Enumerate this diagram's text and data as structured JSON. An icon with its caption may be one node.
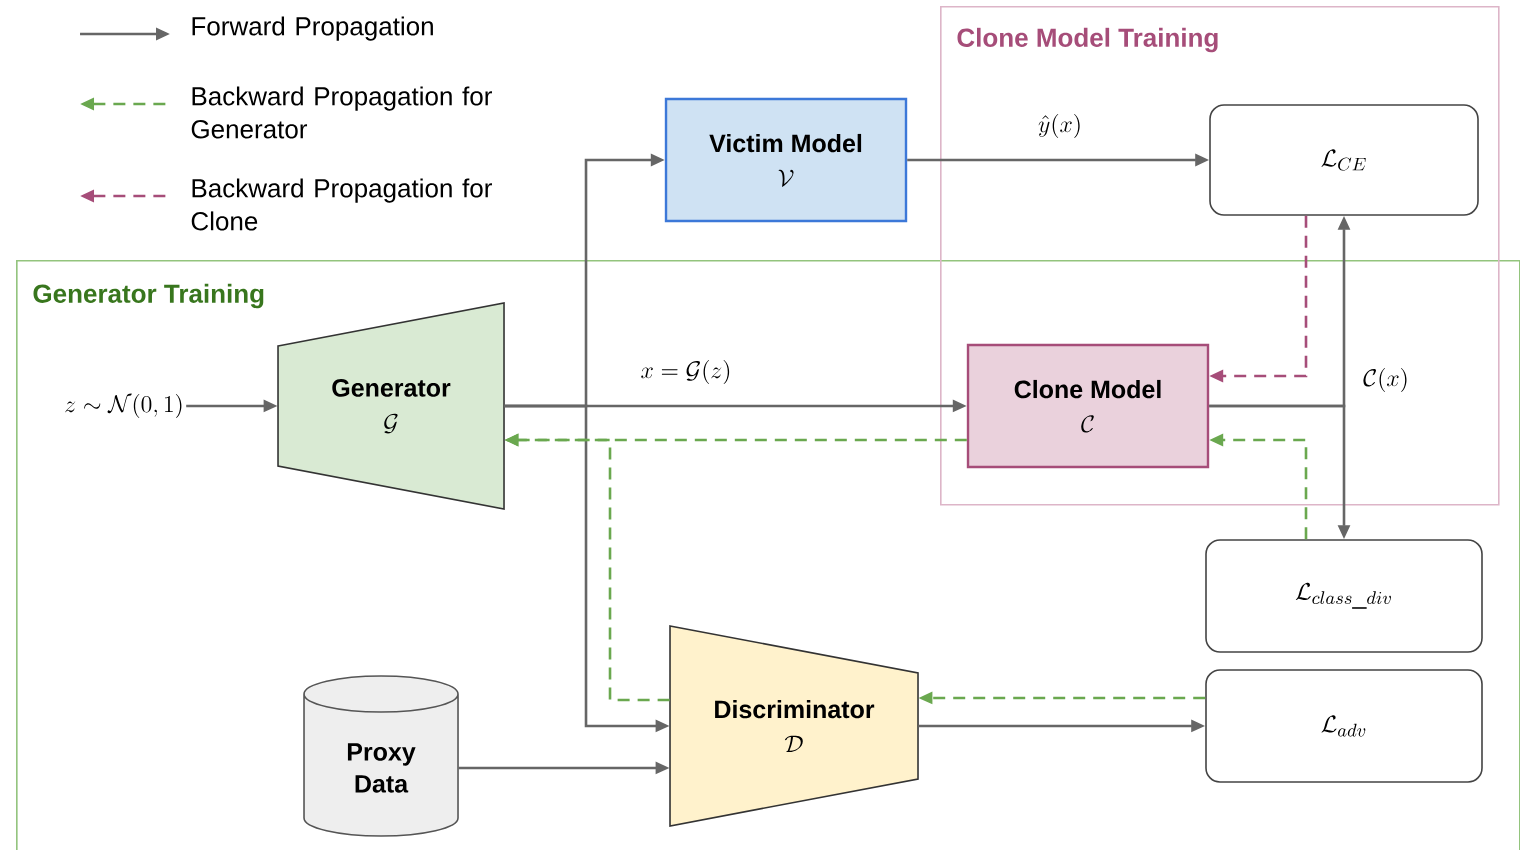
{
  "diagram": {
    "nodes": [
      {
        "text": [
          "Generator Training"
        ]
      },
      {
        "text": [
          "Clone Model Training"
        ]
      },
      {
        "text": [
          "Victim Model",
          "\\mathcal{V}"
        ]
      },
      {
        "text": [
          "Generator",
          "\\mathcal{G}"
        ],
        "in": 0
      },
      {
        "text": [
          "Clone Model",
          "\\mathcal{C}"
        ]
      },
      {
        "text": [
          "\\mathcal{L}_{CE}"
        ],
        "in": 1
      },
      {
        "text": [
          "\\mathcal{L}_{class\\_div}"
        ],
        "in": 0
      },
      {
        "text": [
          "\\mathcal{L}_{adv}"
        ],
        "in": 0
      },
      {
        "text": [
          "Discriminator",
          "\\mathcal{D}"
        ],
        "in": 0
      },
      {
        "text": [
          "Proxy Data"
        ],
        "in": 0
      },
      {
        "text": [
          "z \\sim \\mathcal{N}(0,1)"
        ],
        "in": 0
      }
    ],
    "edges": [
      {
        "from": 10,
        "to": 3,
        "arrow": "to"
      },
      {
        "from": 3,
        "to": 4,
        "arrow": "to",
        "label": "x = \\mathcal{G}(z)"
      },
      {
        "from": 3,
        "to": 2,
        "arrow": "to"
      },
      {
        "from": 3,
        "to": 8,
        "arrow": "to"
      },
      {
        "from": 2,
        "to": 5,
        "arrow": "to",
        "label": "\\hat{y}(x)"
      },
      {
        "from": 4,
        "to": 5,
        "arrow": "to",
        "label": "\\mathcal{C}(x)"
      },
      {
        "from": 4,
        "to": 6,
        "arrow": "to"
      },
      {
        "from": 9,
        "to": 8,
        "arrow": "to"
      },
      {
        "from": 8,
        "to": 7,
        "arrow": "to"
      },
      {
        "from": 5,
        "to": 4,
        "arrow": "to",
        "style": "dashed",
        "color": "#a64d79"
      },
      {
        "from": 6,
        "to": 4,
        "arrow": "to",
        "style": "dashed",
        "color": "#6aa84f"
      },
      {
        "from": 4,
        "to": 3,
        "arrow": "to",
        "style": "dashed",
        "color": "#6aa84f"
      },
      {
        "from": 8,
        "to": 3,
        "arrow": "to",
        "style": "dashed",
        "color": "#6aa84f"
      },
      {
        "from": 7,
        "to": 8,
        "arrow": "to",
        "style": "dashed",
        "color": "#6aa84f"
      }
    ],
    "legend": [
      {
        "text": "Forward Propagation"
      },
      {
        "text": "Backward Propagation for Generator"
      },
      {
        "text": "Backward Propagation for Clone"
      }
    ]
  }
}
